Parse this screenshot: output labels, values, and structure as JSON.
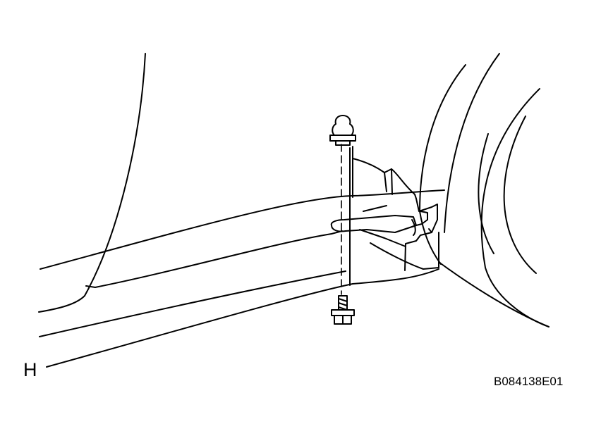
{
  "diagram": {
    "callout_label": "H",
    "figure_id": "B084138E01",
    "parts": {
      "clip": "clip-icon",
      "bolt": "bolt-icon",
      "bracket": "mudguard-bracket"
    },
    "colors": {
      "line": "#000000",
      "background": "#ffffff"
    }
  }
}
